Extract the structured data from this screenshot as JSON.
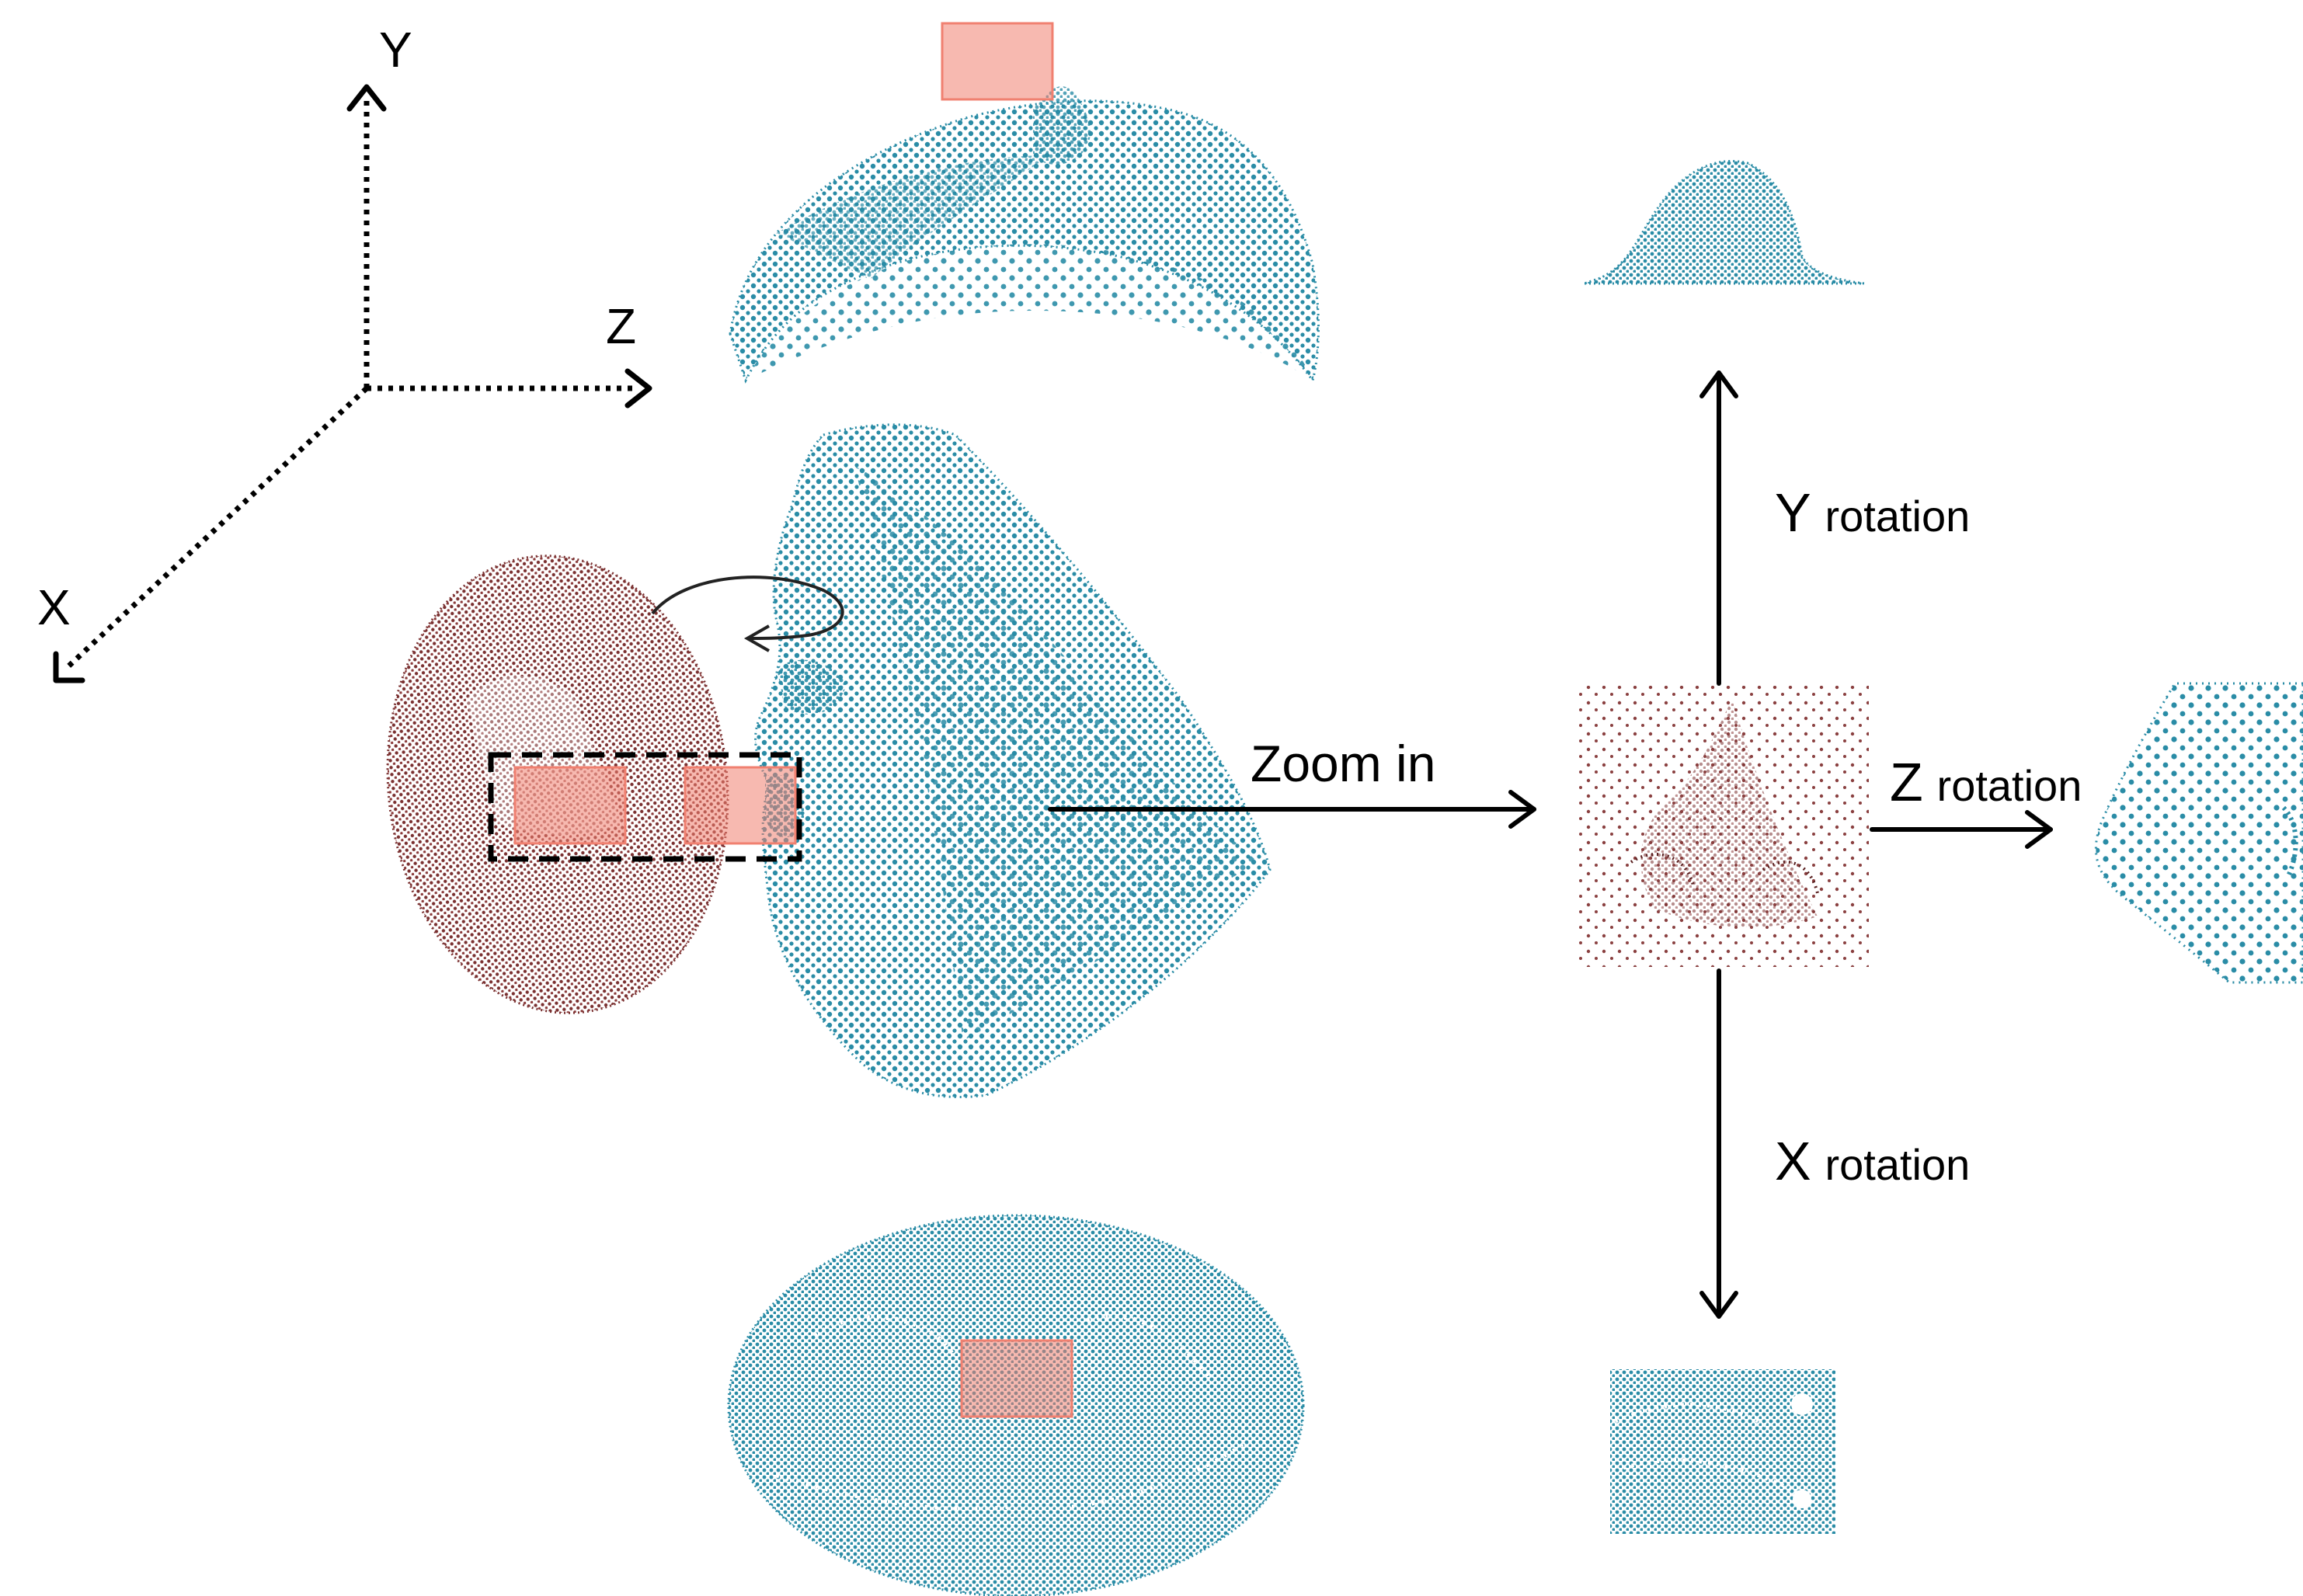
{
  "axes": {
    "y_label": "Y",
    "z_label": "Z",
    "x_label": "X"
  },
  "zoom_label": "Zoom in",
  "rotations": {
    "y": {
      "axis": "Y",
      "word": "rotation"
    },
    "z": {
      "axis": "Z",
      "word": "rotation"
    },
    "x": {
      "axis": "X",
      "word": "rotation"
    }
  },
  "colors": {
    "point_teal": "#2a8ca6",
    "point_maroon": "#7a3030",
    "highlight": "#f08070",
    "arrow": "#000000"
  }
}
